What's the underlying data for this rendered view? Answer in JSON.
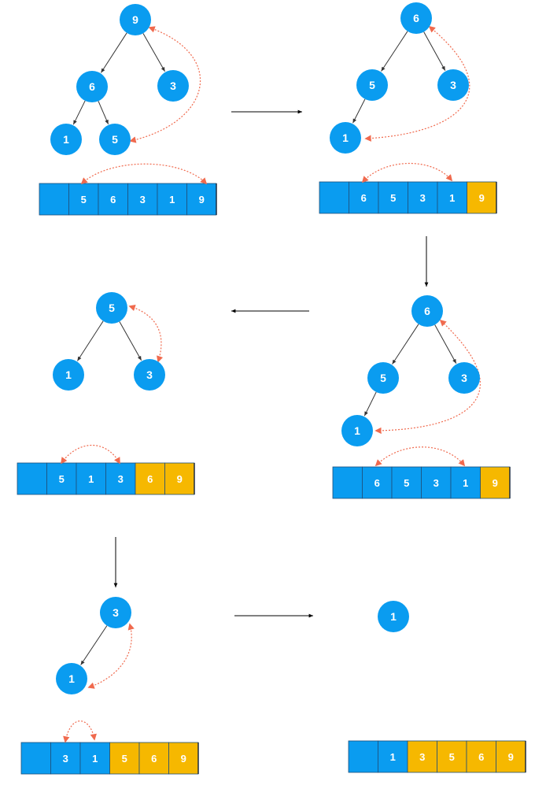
{
  "colors": {
    "node": "#0a9cf0",
    "cell_unsorted": "#0a9cf0",
    "cell_sorted": "#f6b800",
    "edge": "#333333",
    "swap_arrow": "#f06a4e",
    "flow_arrow": "#000000"
  },
  "steps": [
    {
      "id": "step-1",
      "nodes": [
        {
          "label": "9"
        },
        {
          "label": "6"
        },
        {
          "label": "3"
        },
        {
          "label": "1"
        },
        {
          "label": "5"
        }
      ],
      "array": [
        {
          "label": "",
          "sorted": false
        },
        {
          "label": "5",
          "sorted": false
        },
        {
          "label": "6",
          "sorted": false
        },
        {
          "label": "3",
          "sorted": false
        },
        {
          "label": "1",
          "sorted": false
        },
        {
          "label": "9",
          "sorted": false
        }
      ]
    },
    {
      "id": "step-2",
      "nodes": [
        {
          "label": "6"
        },
        {
          "label": "5"
        },
        {
          "label": "3"
        },
        {
          "label": "1"
        }
      ],
      "array": [
        {
          "label": "",
          "sorted": false
        },
        {
          "label": "6",
          "sorted": false
        },
        {
          "label": "5",
          "sorted": false
        },
        {
          "label": "3",
          "sorted": false
        },
        {
          "label": "1",
          "sorted": false
        },
        {
          "label": "9",
          "sorted": true
        }
      ]
    },
    {
      "id": "step-3",
      "nodes": [
        {
          "label": "6"
        },
        {
          "label": "5"
        },
        {
          "label": "3"
        },
        {
          "label": "1"
        }
      ],
      "array": [
        {
          "label": "",
          "sorted": false
        },
        {
          "label": "6",
          "sorted": false
        },
        {
          "label": "5",
          "sorted": false
        },
        {
          "label": "3",
          "sorted": false
        },
        {
          "label": "1",
          "sorted": false
        },
        {
          "label": "9",
          "sorted": true
        }
      ]
    },
    {
      "id": "step-4",
      "nodes": [
        {
          "label": "5"
        },
        {
          "label": "1"
        },
        {
          "label": "3"
        }
      ],
      "array": [
        {
          "label": "",
          "sorted": false
        },
        {
          "label": "5",
          "sorted": false
        },
        {
          "label": "1",
          "sorted": false
        },
        {
          "label": "3",
          "sorted": false
        },
        {
          "label": "6",
          "sorted": true
        },
        {
          "label": "9",
          "sorted": true
        }
      ]
    },
    {
      "id": "step-5",
      "nodes": [
        {
          "label": "3"
        },
        {
          "label": "1"
        }
      ],
      "array": [
        {
          "label": "",
          "sorted": false
        },
        {
          "label": "3",
          "sorted": false
        },
        {
          "label": "1",
          "sorted": false
        },
        {
          "label": "5",
          "sorted": true
        },
        {
          "label": "6",
          "sorted": true
        },
        {
          "label": "9",
          "sorted": true
        }
      ]
    },
    {
      "id": "step-6",
      "nodes": [
        {
          "label": "1"
        }
      ],
      "array": [
        {
          "label": "",
          "sorted": false
        },
        {
          "label": "1",
          "sorted": false
        },
        {
          "label": "3",
          "sorted": true
        },
        {
          "label": "5",
          "sorted": true
        },
        {
          "label": "6",
          "sorted": true
        },
        {
          "label": "9",
          "sorted": true
        }
      ]
    }
  ]
}
